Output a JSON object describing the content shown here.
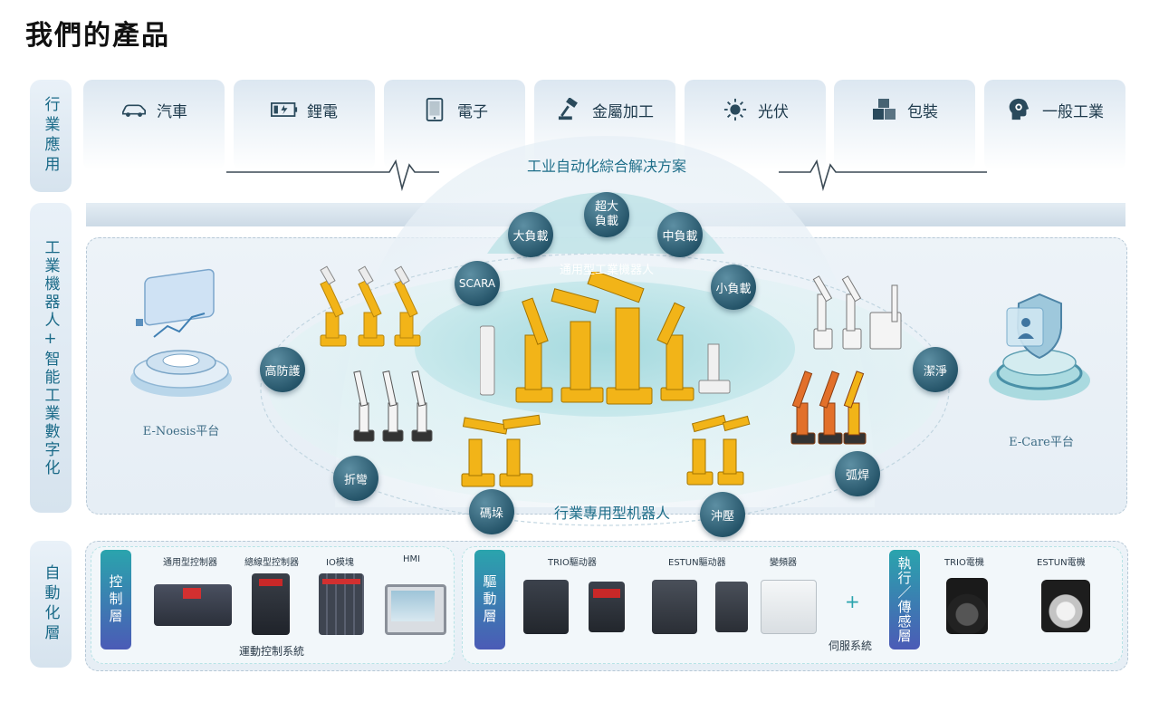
{
  "page": {
    "title": "我們的產品"
  },
  "left_labels": [
    "行業應用",
    "工業機器人+智能工業數字化",
    "自動化層"
  ],
  "industries": [
    {
      "label": "汽車",
      "icon": "car-icon"
    },
    {
      "label": "鋰電",
      "icon": "battery-icon"
    },
    {
      "label": "電子",
      "icon": "tablet-icon"
    },
    {
      "label": "金屬加工",
      "icon": "hammer-icon"
    },
    {
      "label": "光伏",
      "icon": "sun-icon"
    },
    {
      "label": "包裝",
      "icon": "boxes-icon"
    },
    {
      "label": "一般工業",
      "icon": "gear-head-icon"
    }
  ],
  "robotics": {
    "solution_title": "工业自动化綜合解决方案",
    "general_label": "通用型工業機器人",
    "special_label": "行業專用型机器人",
    "platform_left": "E-Noesis平台",
    "platform_right": "E-Care平台",
    "bubbles": {
      "super_heavy": "超大負載",
      "heavy": "大負載",
      "medium": "中負載",
      "scara": "SCARA",
      "light": "小負載",
      "high_protect": "高防護",
      "clean": "潔淨",
      "bending": "折彎",
      "welding": "弧焊",
      "palletizing": "碼垛",
      "stamping": "沖壓"
    }
  },
  "automation": {
    "control_label": "控制層",
    "control_items": [
      "通用型控制器",
      "總線型控制器",
      "IO模塊",
      "HMI"
    ],
    "motion_system": "運動控制系統",
    "drive_label": "驅動層",
    "drive_items": [
      "TRIO驅动器",
      "ESTUN驅动器",
      "變頻器"
    ],
    "plus": "+",
    "servo_system": "伺服系統",
    "exec_label": "執行／傳感層",
    "motor_items": [
      "TRIO電機",
      "ESTUN電機"
    ]
  },
  "colors": {
    "accent": "#1a6a88",
    "bubble": "#2a5a70",
    "robot_yellow": "#f2b418",
    "robot_orange": "#e2702a"
  }
}
